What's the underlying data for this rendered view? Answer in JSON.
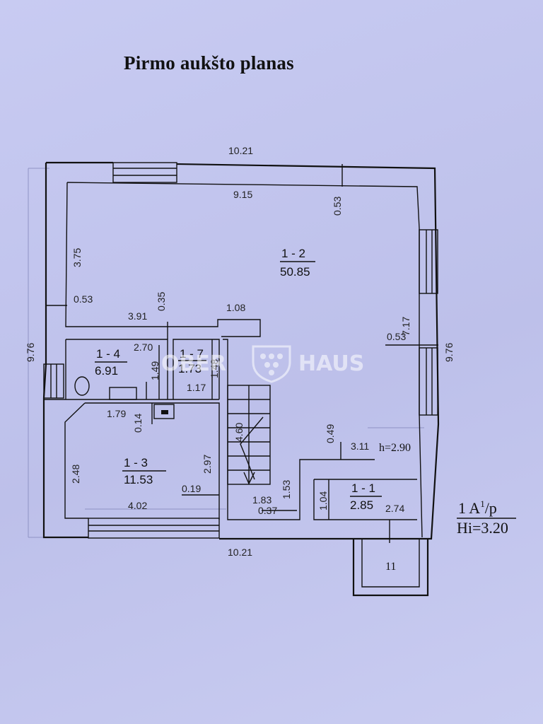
{
  "title": "Pirmo aukšto planas",
  "rooms": [
    {
      "id": "1 - 2",
      "area": "50.85"
    },
    {
      "id": "1 - 4",
      "area": "6.91"
    },
    {
      "id": "1 - 7",
      "area": "1.73"
    },
    {
      "id": "1 - 3",
      "area": "11.53"
    },
    {
      "id": "1 - 1",
      "area": "2.85"
    }
  ],
  "dimensions": {
    "top_outer": "10.21",
    "top_inner": "9.15",
    "top_wall": "0.53",
    "left_3_75": "3.75",
    "left_wall": "0.53",
    "hall_3_91": "3.91",
    "hall_0_35": "0.35",
    "hall_1_08": "1.08",
    "right_inner": "7.17",
    "right_wall": "0.53",
    "left_total": "9.76",
    "right_total": "9.76",
    "r14_width": "2.70",
    "r14_height": "1.49",
    "r17_height": "1.48",
    "r17_width": "1.17",
    "r13_top": "1.79",
    "r13_014": "0.14",
    "stair_460": "4.60",
    "r13_height_right": "2.97",
    "r13_height_left": "2.48",
    "r13_019": "0.19",
    "r13_bottom": "4.02",
    "r11_049": "0.49",
    "r11_311": "3.11",
    "ceiling_h": "h=2.90",
    "r11_153": "1.53",
    "r11_183": "1.83",
    "r11_037": "0.37",
    "r11_104": "1.04",
    "r11_274": "2.74",
    "bottom_outer": "10.21",
    "porch": "11"
  },
  "stamp": {
    "line1": "1 A",
    "sup": "1",
    "line1_suffix": "/p",
    "line2": "Hi=3.20"
  },
  "watermark": {
    "left": "OBER",
    "right": "HAUS"
  }
}
